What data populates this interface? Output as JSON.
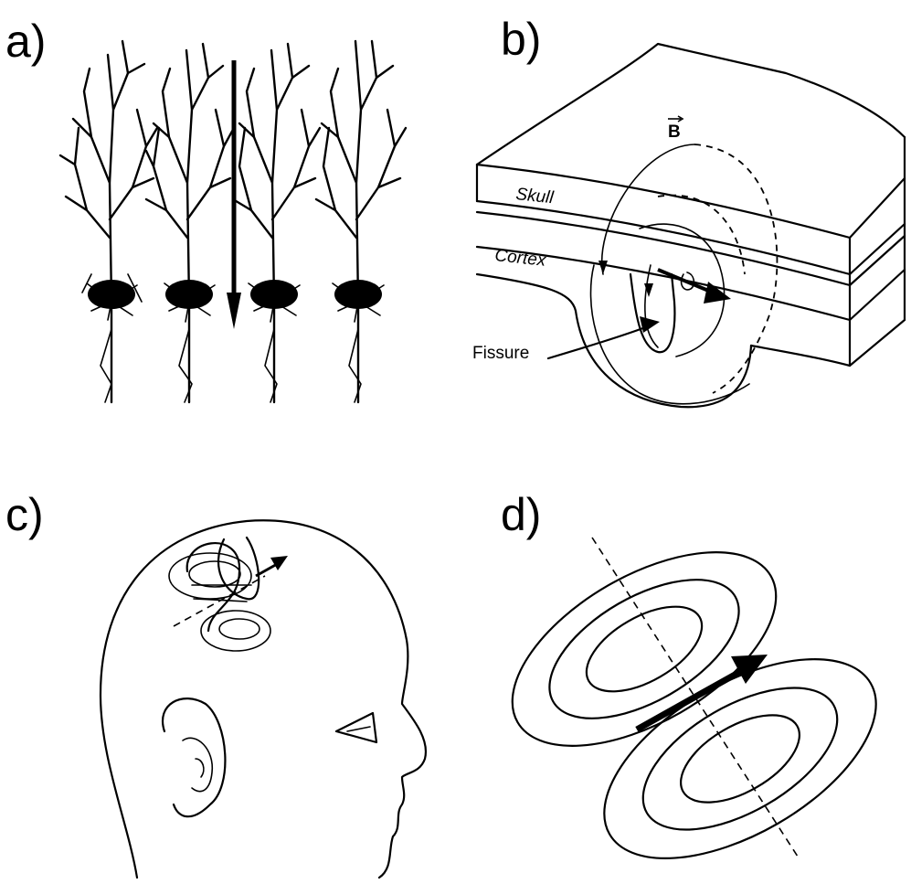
{
  "panels": {
    "a": {
      "label": "a)"
    },
    "b": {
      "label": "b)",
      "field_symbol": "B",
      "skull_label": "Skull",
      "cortex_label": "Cortex",
      "fissure_label": "Fissure"
    },
    "c": {
      "label": "c)"
    },
    "d": {
      "label": "d)"
    }
  }
}
